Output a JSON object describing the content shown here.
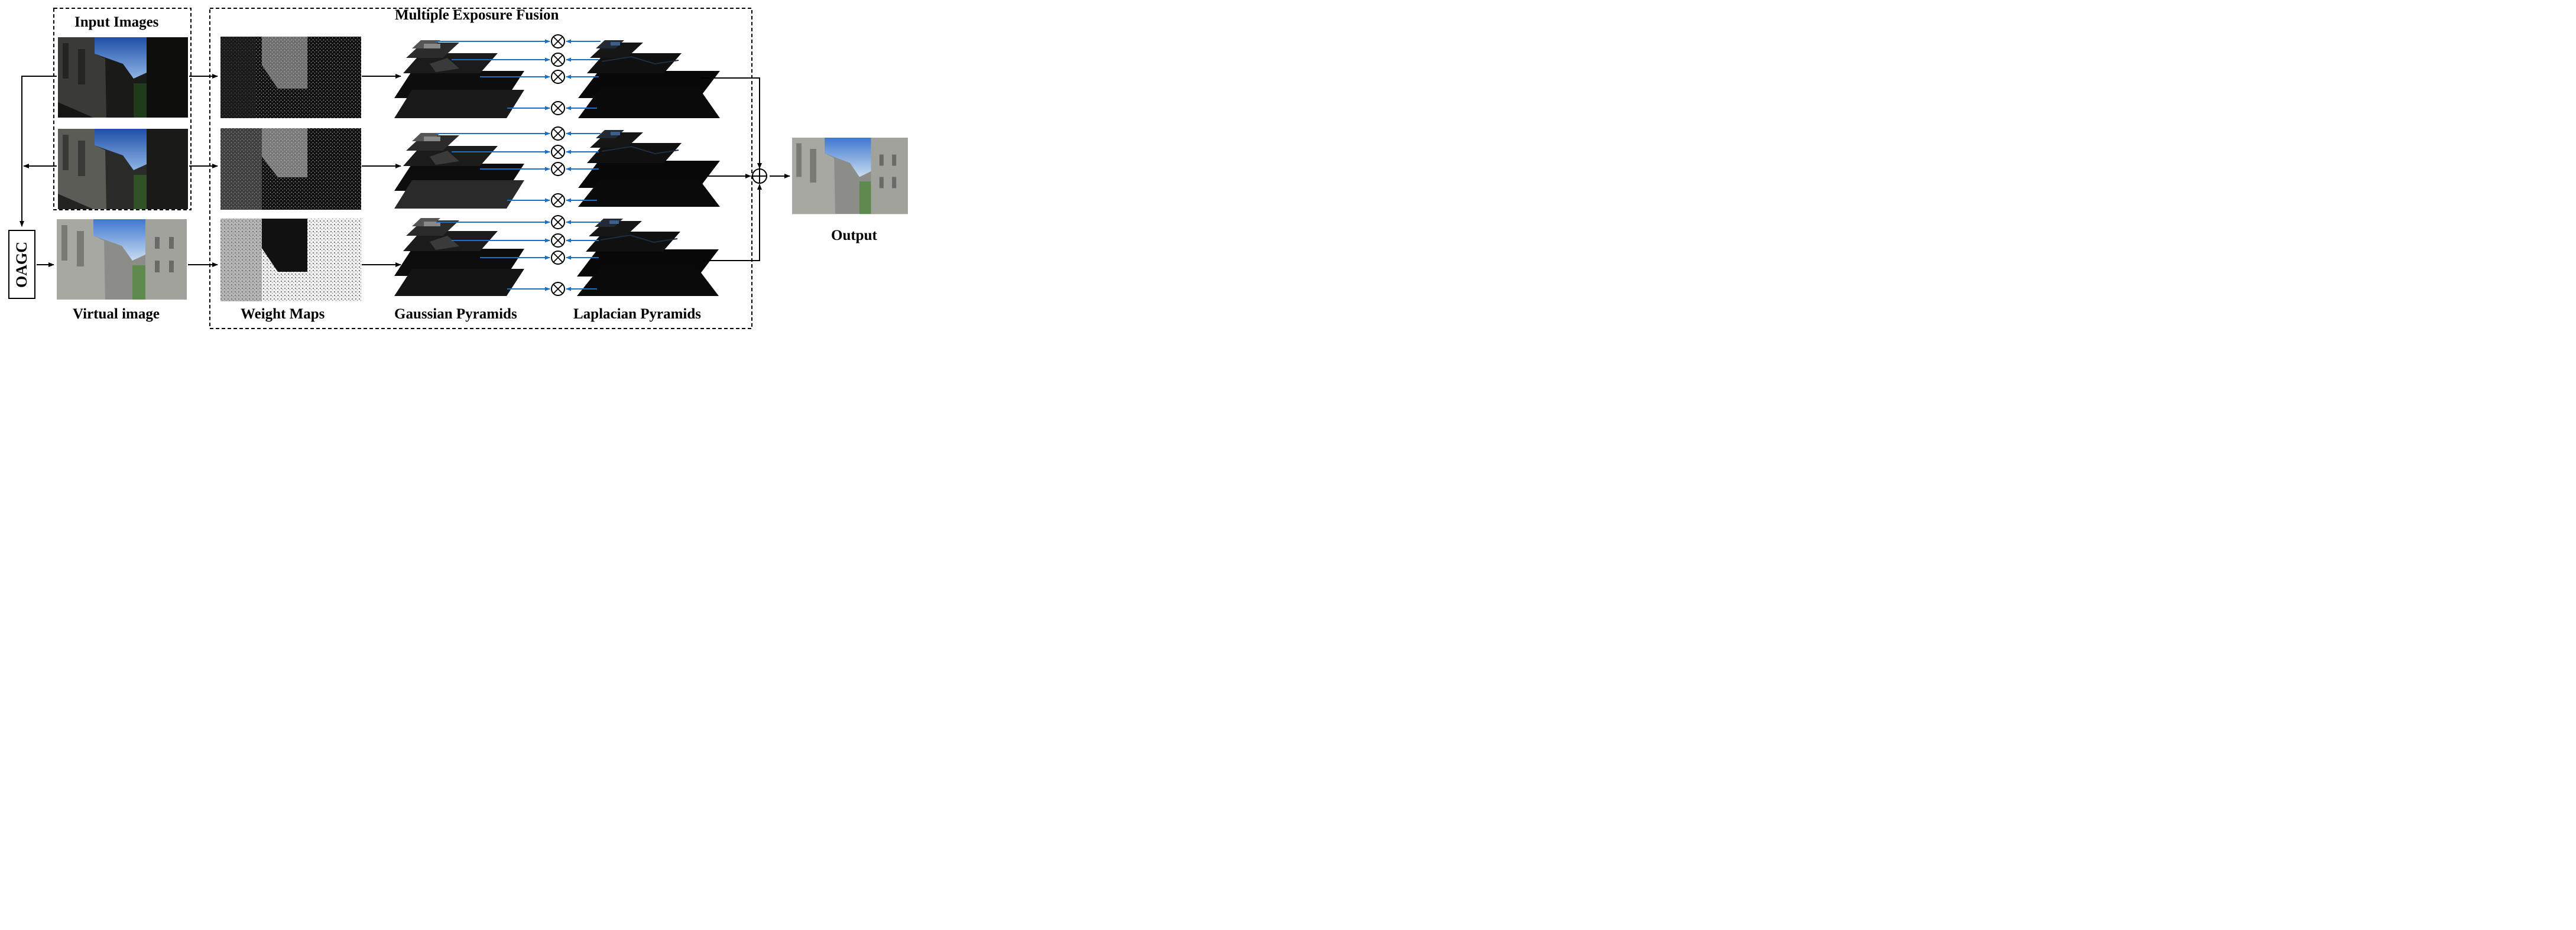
{
  "labels": {
    "input_images": "Input Images",
    "multiple_exposure_fusion": "Multiple Exposure Fusion",
    "oagc": "OAGC",
    "virtual_image": "Virtual image",
    "weight_maps": "Weight Maps",
    "gaussian_pyramids": "Gaussian Pyramids",
    "laplacian_pyramids": "Laplacian Pyramids",
    "output": "Output"
  },
  "colors": {
    "arrow_black": "#000000",
    "arrow_blue": "#1f6fc0",
    "sky": "#3f73c8",
    "wall": "#8a8a86",
    "pyramid": "#0c0c0c"
  },
  "icons": {
    "multiply": "circled-times-icon",
    "sum": "circled-plus-icon"
  }
}
